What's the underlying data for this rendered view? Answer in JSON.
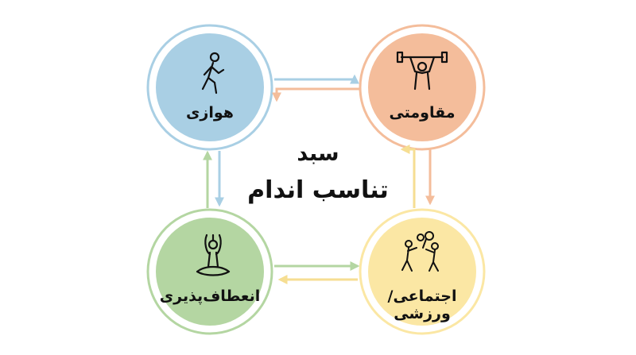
{
  "center": {
    "line1": "سبد",
    "line2": "تناسب اندام"
  },
  "nodes": {
    "aerobic": {
      "label": "هوازی",
      "icon": "walking-person-icon",
      "fill": "#a9cfe4",
      "ring": "#a9cfe4"
    },
    "resistance": {
      "label": "مقاومتی",
      "icon": "weightlifter-icon",
      "fill": "#f4bd9b",
      "ring": "#f4bd9b"
    },
    "social": {
      "label": "اجتماعی/ورزشی",
      "icon": "people-playing-icon",
      "fill": "#fbe7a4",
      "ring": "#fbe7a4"
    },
    "flexibility": {
      "label": "انعطاف‌پذیری",
      "icon": "yoga-pose-icon",
      "fill": "#b4d6a2",
      "ring": "#b4d6a2"
    }
  },
  "arrow_colors": {
    "blue": "#a9cfe4",
    "orange": "#f4bd9b",
    "yellow": "#f6de92",
    "green": "#b4d6a2"
  }
}
